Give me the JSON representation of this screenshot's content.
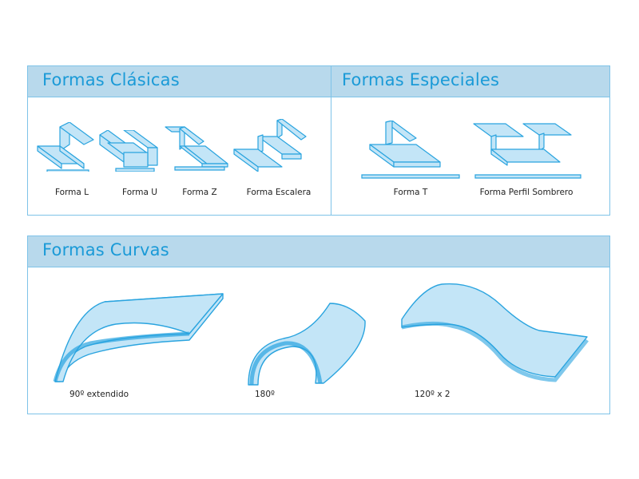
{
  "colors": {
    "border": "#7ec3e8",
    "header_bg": "#b8d9ec",
    "title": "#1a9ad7",
    "fill": "#bfe3f6",
    "stroke": "#29a3de"
  },
  "classic": {
    "title": "Formas Clásicas",
    "shapes": [
      {
        "icon": "l-shape-profile-icon",
        "label": "Forma L"
      },
      {
        "icon": "u-shape-profile-icon",
        "label": "Forma U"
      },
      {
        "icon": "z-shape-profile-icon",
        "label": "Forma Z"
      },
      {
        "icon": "stair-shape-profile-icon",
        "label": "Forma Escalera"
      }
    ]
  },
  "special": {
    "title": "Formas Especiales",
    "shapes": [
      {
        "icon": "t-shape-profile-icon",
        "label": "Forma T"
      },
      {
        "icon": "hat-shape-profile-icon",
        "label": "Forma Perfil Sombrero"
      }
    ]
  },
  "curves": {
    "title": "Formas Curvas",
    "shapes": [
      {
        "icon": "curve-90-extended-icon",
        "label": "90º extendido"
      },
      {
        "icon": "curve-180-icon",
        "label": "180º"
      },
      {
        "icon": "curve-120x2-icon",
        "label": "120º x 2"
      }
    ]
  }
}
